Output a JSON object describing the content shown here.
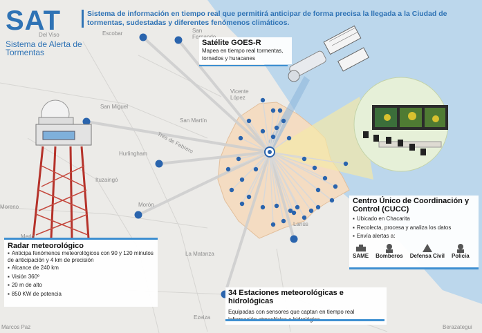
{
  "logo": {
    "acronym": "SAT",
    "name": "Sistema de Alerta de Tormentas"
  },
  "headline": "Sistema de información en tiempo real que permitirá anticipar de forma precisa la llegada a la Ciudad de tormentas, sudestadas y diferentes fenómenos climáticos.",
  "map_labels": [
    "Escobar",
    "San Fernando",
    "Vicente López",
    "San Miguel",
    "San Martín",
    "Tres de Febrero",
    "Hurlingham",
    "Ituzaingó",
    "Morón",
    "Moreno",
    "Merlo",
    "La Matanza",
    "Lanús",
    "Ezeiza",
    "Marcos Paz",
    "Berazategui",
    "Del Viso"
  ],
  "satellite": {
    "title": "Satélite GOES-R",
    "text": "Mapea en tiempo real tormentas, tornados y huracanes"
  },
  "radar": {
    "title": "Radar meteorológico",
    "items": [
      "Anticipa fenómenos meteorológicos con 90 y 120 minutos de anticipación y 4 km de precisión",
      "Alcance de 240 km",
      "Visión 360º",
      "20 m de alto",
      "850 KW de potencia"
    ]
  },
  "cucc": {
    "title": "Centro Único de Coordinación y Control (CUCC)",
    "items": [
      "Ubicado en Chacarita",
      "Recolecta, procesa y analiza los datos",
      "Envía alertas a:"
    ],
    "alerts": [
      "SAME",
      "Bomberos",
      "Defensa Civil",
      "Policía"
    ]
  },
  "stations": {
    "title": "34 Estaciones meteorológicas e hidrológicas",
    "text": "Equipadas con sensores que captan en tiempo real información atmosférica e hidrológica."
  },
  "colors": {
    "accent": "#2f73b5",
    "bar": "#3d8fd1",
    "river": "#bcd7ec",
    "city": "#f4dcc2",
    "dot": "#2a64ad"
  }
}
